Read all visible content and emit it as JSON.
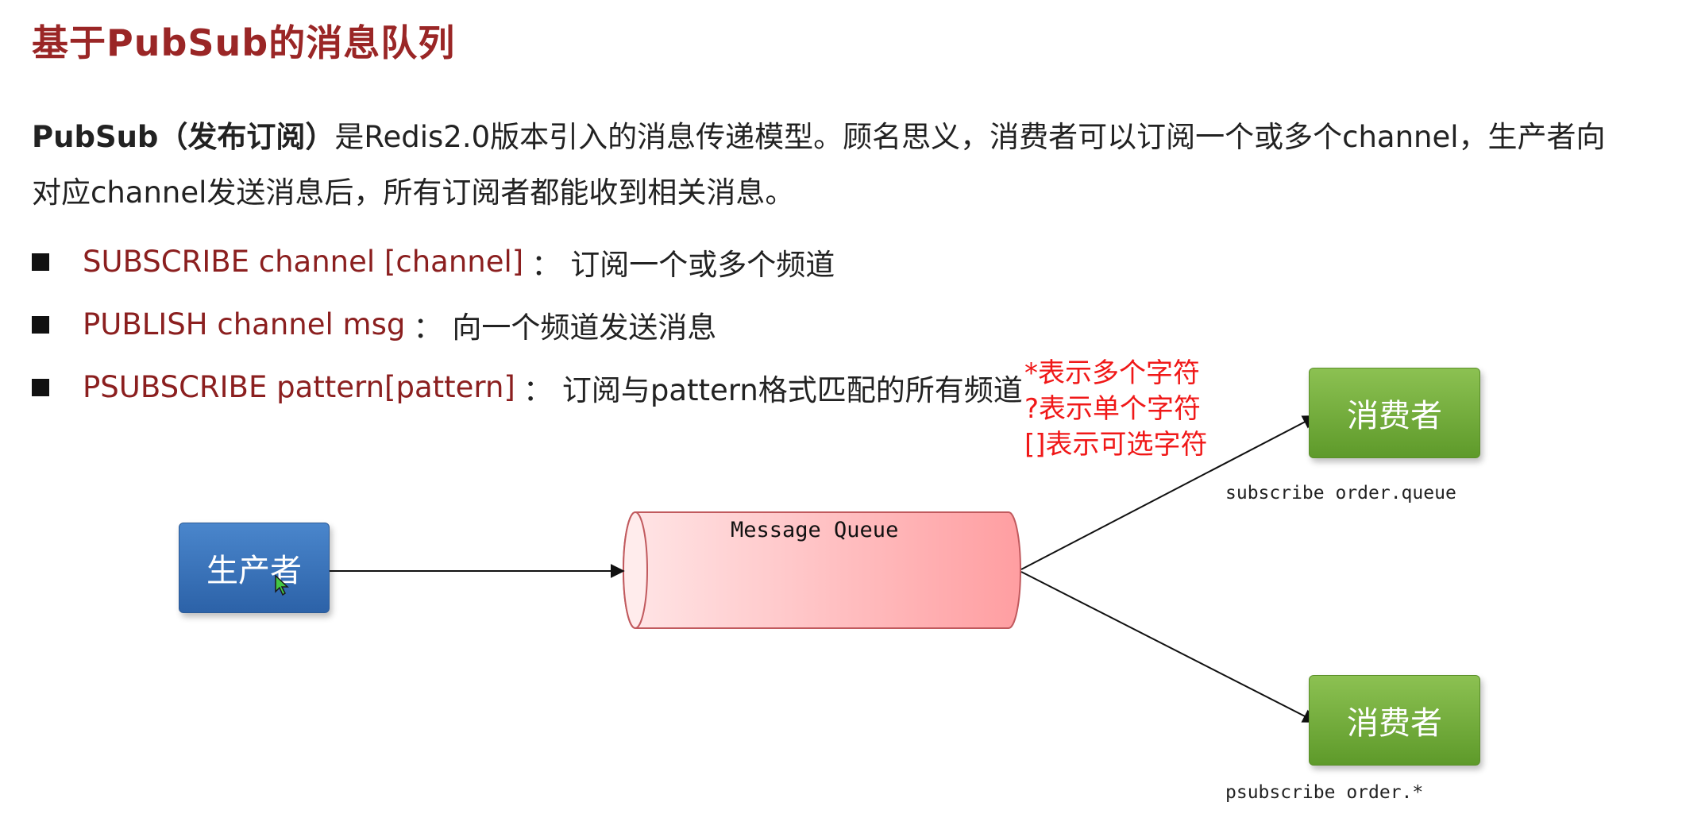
{
  "title": "基于PubSub的消息队列",
  "intro": {
    "term": "PubSub（发布订阅）",
    "text": "是Redis2.0版本引入的消息传递模型。顾名思义，消费者可以订阅一个或多个channel，生产者向对应channel发送消息后，所有订阅者都能收到相关消息。"
  },
  "bullets": [
    {
      "command": "SUBSCRIBE channel [channel]",
      "separator": "：",
      "description": "订阅一个或多个频道"
    },
    {
      "command": "PUBLISH channel msg",
      "separator": "：",
      "description": "向一个频道发送消息"
    },
    {
      "command": "PSUBSCRIBE pattern[pattern]",
      "separator": "：",
      "description": "订阅与pattern格式匹配的所有频道"
    }
  ],
  "pattern_notes": [
    "*表示多个字符",
    "?表示单个字符",
    "[]表示可选字符"
  ],
  "diagram": {
    "producer": "生产者",
    "queue": "Message Queue",
    "consumers": [
      {
        "label": "消费者",
        "caption": "subscribe order.queue"
      },
      {
        "label": "消费者",
        "caption": "psubscribe order.*"
      }
    ]
  },
  "colors": {
    "title": "#9a2626",
    "command": "#8b1f1f",
    "note": "#f01818",
    "producer": "#3a73bb",
    "consumer": "#76ae3e",
    "queue": "#ff9fa2"
  }
}
